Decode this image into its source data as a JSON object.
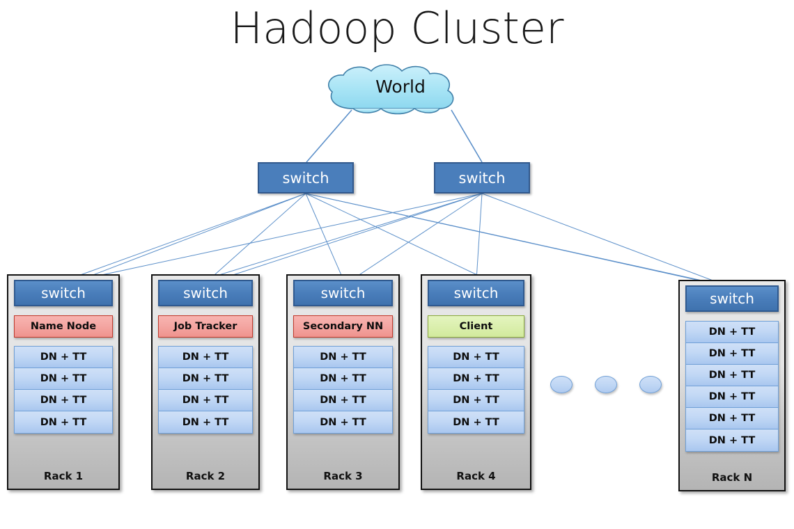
{
  "diagram": {
    "title": "Hadoop Cluster",
    "cloud": {
      "label": "World",
      "fill": "#a8e4f5",
      "stroke": "#3f7fa8"
    },
    "core_switches": [
      {
        "label": "switch"
      },
      {
        "label": "switch"
      }
    ],
    "switch_color": "#4a7ebb",
    "wire_color": "#5b8fc9",
    "racks": [
      {
        "id": "rack-1",
        "switch_label": "switch",
        "role": {
          "label": "Name Node",
          "color": "red"
        },
        "nodes": [
          "DN + TT",
          "DN + TT",
          "DN + TT",
          "DN + TT"
        ],
        "label": "Rack 1"
      },
      {
        "id": "rack-2",
        "switch_label": "switch",
        "role": {
          "label": "Job Tracker",
          "color": "red"
        },
        "nodes": [
          "DN + TT",
          "DN + TT",
          "DN + TT",
          "DN + TT"
        ],
        "label": "Rack 2"
      },
      {
        "id": "rack-3",
        "switch_label": "switch",
        "role": {
          "label": "Secondary NN",
          "color": "red"
        },
        "nodes": [
          "DN + TT",
          "DN + TT",
          "DN + TT",
          "DN + TT"
        ],
        "label": "Rack 3"
      },
      {
        "id": "rack-4",
        "switch_label": "switch",
        "role": {
          "label": "Client",
          "color": "green"
        },
        "nodes": [
          "DN + TT",
          "DN + TT",
          "DN + TT",
          "DN + TT"
        ],
        "label": "Rack 4"
      },
      {
        "id": "rack-n",
        "switch_label": "switch",
        "role": null,
        "nodes": [
          "DN + TT",
          "DN + TT",
          "DN + TT",
          "DN + TT",
          "DN + TT",
          "DN + TT"
        ],
        "label": "Rack N"
      }
    ],
    "ellipsis_dots": 3
  }
}
